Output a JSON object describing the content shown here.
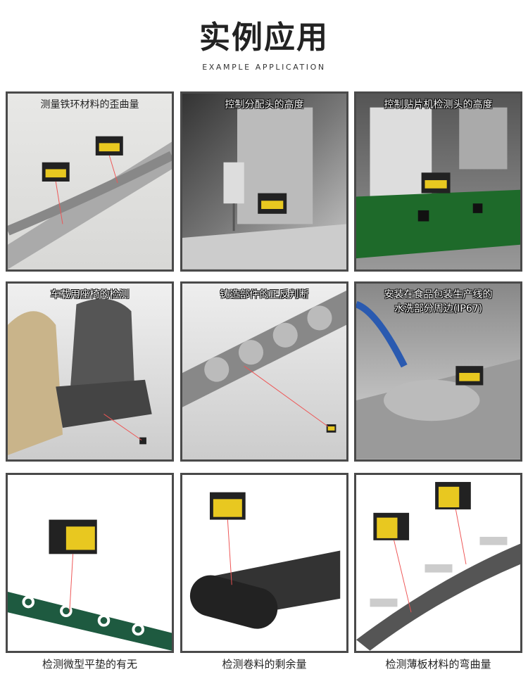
{
  "header": {
    "title": "实例应用",
    "subtitle": "EXAMPLE APPLICATION"
  },
  "panels": [
    {
      "caption": "测量铁环材料的歪曲量"
    },
    {
      "caption": "控制分配头的高度"
    },
    {
      "caption": "控制贴片机检测头的高度"
    },
    {
      "caption": "车载用座椅的检测"
    },
    {
      "caption": "铸造部件的正反判断"
    },
    {
      "caption_line1": "安装在食品包装生产线的",
      "caption_line2": "水洗部分周边(IP67)"
    },
    {
      "caption": "检测微型平垫的有无"
    },
    {
      "caption": "检测卷料的剩余量"
    },
    {
      "caption": "检测薄板材料的弯曲量"
    }
  ]
}
